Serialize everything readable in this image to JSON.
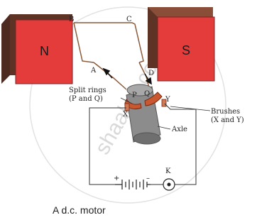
{
  "magnets": {
    "north": "N",
    "south": "S"
  },
  "coil": {
    "a": "A",
    "b": "B",
    "c": "C",
    "d": "D"
  },
  "split_rings": {
    "line1": "Split rings",
    "line2": "(P and Q)",
    "p": "P",
    "q": "Q"
  },
  "axle": "Axle",
  "brushes": {
    "line1": "Brushes",
    "line2": "(X and Y)",
    "x": "X",
    "y": "Y"
  },
  "battery": {
    "plus": "+",
    "minus": "–"
  },
  "key": "K",
  "caption": "A d.c. motor",
  "watermark": "shaalaa.com",
  "colors": {
    "magnet_face": "#e43b3b",
    "magnet_side": "#6b3a2a",
    "coil": "#8a5a3a",
    "ring": "#c9572f",
    "axle": "#8c8c8c"
  }
}
